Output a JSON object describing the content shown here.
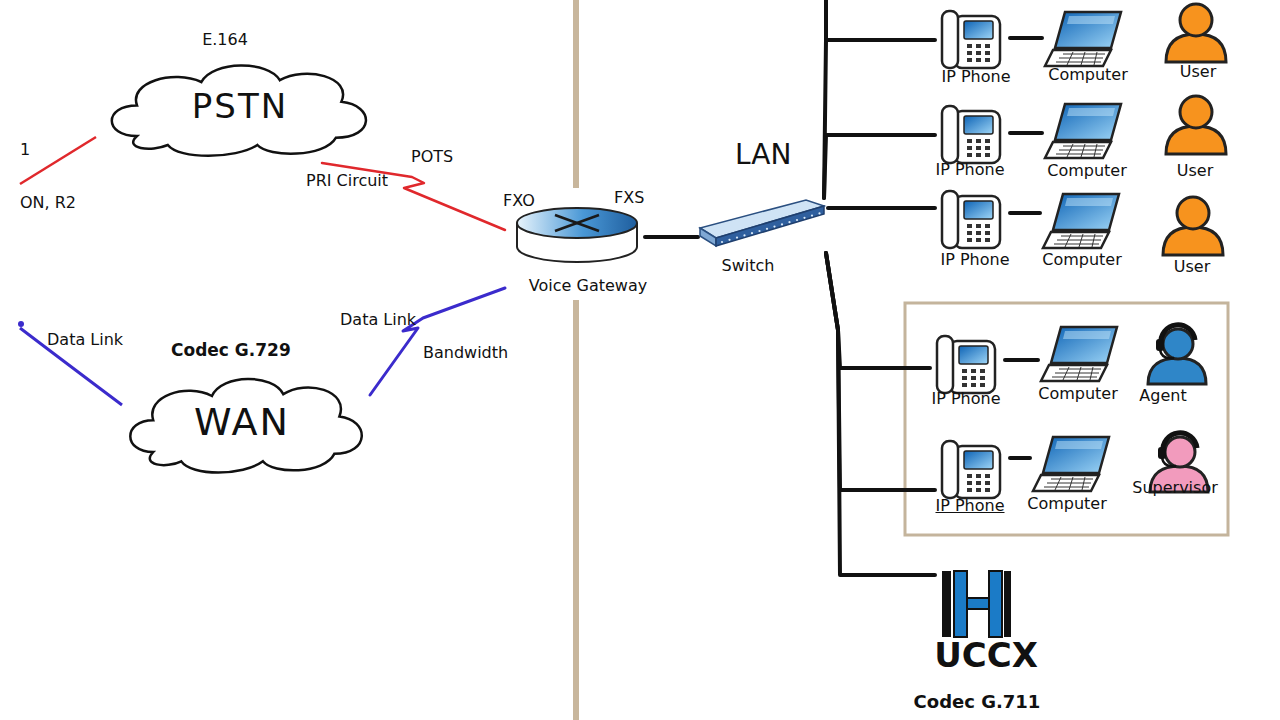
{
  "diagram": {
    "nodes": [
      {
        "text": [
          "PSTN"
        ]
      },
      {
        "text": [
          "WAN"
        ]
      },
      {
        "text": [
          "Voice Gateway"
        ]
      },
      {
        "text": [
          "Switch"
        ]
      },
      {
        "text": [
          "IP Phone"
        ]
      },
      {
        "text": [
          "Computer"
        ]
      },
      {
        "text": [
          "User"
        ]
      },
      {
        "text": [
          "IP Phone"
        ]
      },
      {
        "text": [
          "Computer"
        ]
      },
      {
        "text": [
          "User"
        ]
      },
      {
        "text": [
          "IP Phone"
        ]
      },
      {
        "text": [
          "Computer"
        ]
      },
      {
        "text": [
          "User"
        ]
      },
      {
        "text": [
          "IP Phone"
        ]
      },
      {
        "text": [
          "Computer"
        ]
      },
      {
        "text": [
          "Agent"
        ]
      },
      {
        "text": [
          "IP Phone"
        ]
      },
      {
        "text": [
          "Computer"
        ]
      },
      {
        "text": [
          "Supervisor"
        ]
      },
      {
        "text": [
          "UCCX"
        ]
      }
    ],
    "edges": [
      {
        "from": 0,
        "to": 2,
        "label": "PRI Circuit",
        "arrow": "none"
      },
      {
        "from": 1,
        "to": 2,
        "label": "Data Link",
        "arrow": "none"
      },
      {
        "from": 2,
        "to": 3,
        "arrow": "none"
      },
      {
        "from": 3,
        "to": 4,
        "arrow": "none"
      },
      {
        "from": 3,
        "to": 7,
        "arrow": "none"
      },
      {
        "from": 3,
        "to": 10,
        "arrow": "none"
      },
      {
        "from": 3,
        "to": 13,
        "arrow": "none"
      },
      {
        "from": 3,
        "to": 16,
        "arrow": "none"
      },
      {
        "from": 3,
        "to": 19,
        "arrow": "none"
      },
      {
        "from": 4,
        "to": 5,
        "arrow": "none"
      },
      {
        "from": 7,
        "to": 8,
        "arrow": "none"
      },
      {
        "from": 10,
        "to": 11,
        "arrow": "none"
      },
      {
        "from": 13,
        "to": 14,
        "arrow": "none"
      },
      {
        "from": 16,
        "to": 17,
        "arrow": "none"
      }
    ],
    "labels": [
      "E.164",
      "1",
      "ON, R2",
      "POTS",
      "FXO",
      "FXS",
      "Data Link",
      "Codec G.729",
      "Bandwidth",
      "LAN",
      "Codec G.711"
    ]
  }
}
